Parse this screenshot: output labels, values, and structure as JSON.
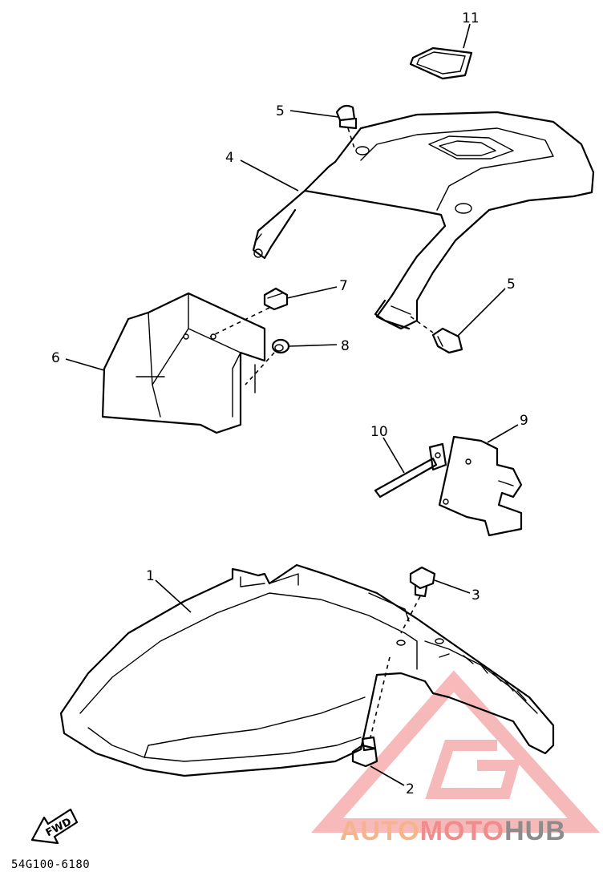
{
  "diagram": {
    "callouts": [
      {
        "id": "c1",
        "label": "1"
      },
      {
        "id": "c2",
        "label": "2"
      },
      {
        "id": "c3",
        "label": "3"
      },
      {
        "id": "c4",
        "label": "4"
      },
      {
        "id": "c5a",
        "label": "5"
      },
      {
        "id": "c5b",
        "label": "5"
      },
      {
        "id": "c6",
        "label": "6"
      },
      {
        "id": "c7",
        "label": "7"
      },
      {
        "id": "c8",
        "label": "8"
      },
      {
        "id": "c9",
        "label": "9"
      },
      {
        "id": "c10",
        "label": "10"
      },
      {
        "id": "c11",
        "label": "11"
      }
    ],
    "fwd_label": "FWD",
    "diagram_code": "54G100-6180"
  },
  "watermark": {
    "part1": "AUTO",
    "part2": "MOTO",
    "part3": "HUB",
    "colors": {
      "part1": "#f5b48c",
      "part2": "#f08c8c",
      "part3": "#8c8c8c",
      "logo": "#f4a0a0"
    }
  }
}
